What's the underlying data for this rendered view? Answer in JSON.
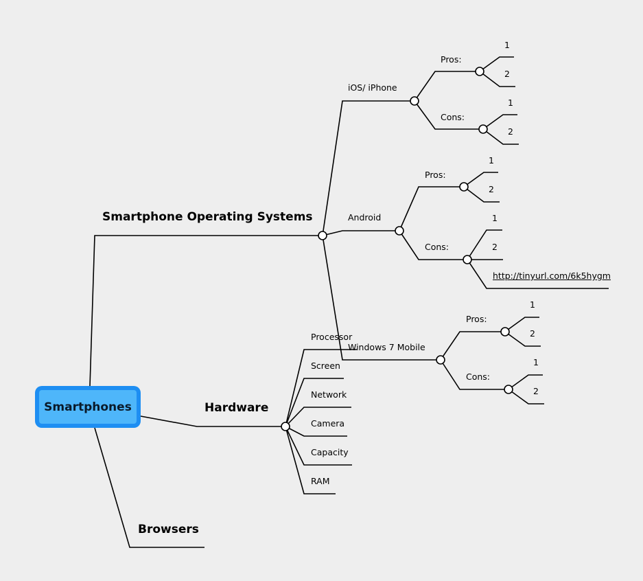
{
  "mindmap": {
    "root": "Smartphones",
    "branches": {
      "os": "Smartphone Operating Systems",
      "hardware": "Hardware",
      "browsers": "Browsers"
    },
    "os": {
      "ios": {
        "label": "iOS/ iPhone",
        "pros": "Pros:",
        "cons": "Cons:",
        "pros_items": [
          "1",
          "2"
        ],
        "cons_items": [
          "1",
          "2"
        ]
      },
      "android": {
        "label": "Android",
        "pros": "Pros:",
        "cons": "Cons:",
        "pros_items": [
          "1",
          "2"
        ],
        "cons_items": [
          "1",
          "2"
        ],
        "link": "http://tinyurl.com/6k5hygm"
      },
      "windows": {
        "label": "Windows 7 Mobile",
        "pros": "Pros:",
        "cons": "Cons:",
        "pros_items": [
          "1",
          "2"
        ],
        "cons_items": [
          "1",
          "2"
        ]
      }
    },
    "hardware_items": [
      "Processor",
      "Screen",
      "Network",
      "Camera",
      "Capacity",
      "RAM"
    ]
  }
}
